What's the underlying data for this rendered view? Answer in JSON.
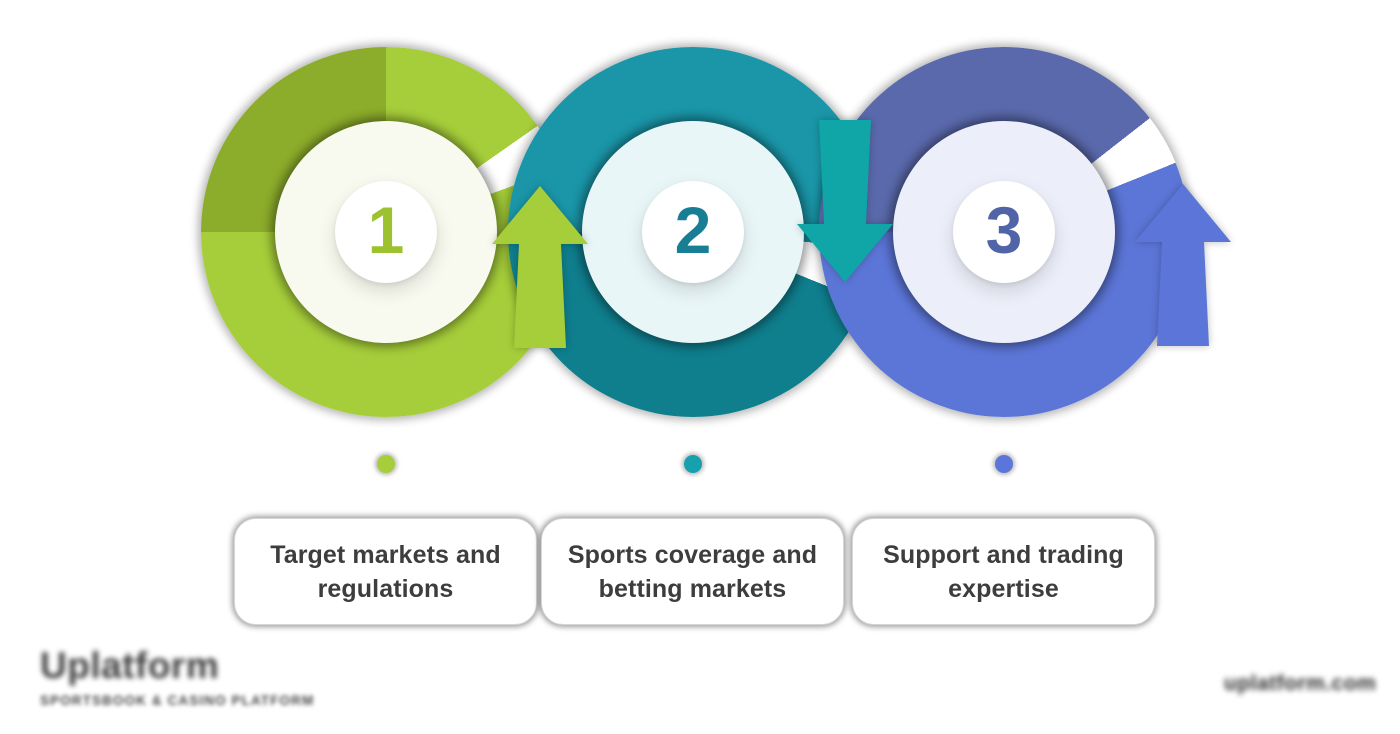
{
  "canvas": {
    "background": "#ffffff"
  },
  "steps": [
    {
      "number": "1",
      "label": "Target markets and regulations",
      "ring_color_start": "#A6CE3A",
      "ring_color_main": "#A6CE3A",
      "ring_color_shade": "#8CAC2B",
      "gap_start_deg": 55,
      "gap_end_deg": 70,
      "arrow_color": "#A6CE3A",
      "arrow_direction": "up",
      "inner_bg": "#F8FAF0",
      "number_color": "#9CC32F",
      "dot_color": "#A6CE3A"
    },
    {
      "number": "2",
      "label": "Sports coverage and betting markets",
      "ring_color_start": "#1A96A8",
      "ring_color_main": "#0F7E8D",
      "ring_color_shade": "#1A96A8",
      "gap_start_deg": 95,
      "gap_end_deg": 112,
      "arrow_color": "#10A5A6",
      "arrow_direction": "down",
      "inner_bg": "#E9F6F8",
      "number_color": "#177E93",
      "dot_color": "#17A0AE"
    },
    {
      "number": "3",
      "label": "Support and trading expertise",
      "ring_color_start": "#5A69AC",
      "ring_color_main": "#5C76D8",
      "ring_color_shade": "#5A69AC",
      "gap_start_deg": 52,
      "gap_end_deg": 68,
      "arrow_color": "#5B76D8",
      "arrow_direction": "up",
      "inner_bg": "#ECEEF9",
      "number_color": "#5264A8",
      "dot_color": "#5B76D8"
    }
  ],
  "footer": {
    "logo_text": "Uplatform",
    "logo_tagline": "SPORTSBOOK & CASINO PLATFORM",
    "watermark": "uplatform.com"
  }
}
